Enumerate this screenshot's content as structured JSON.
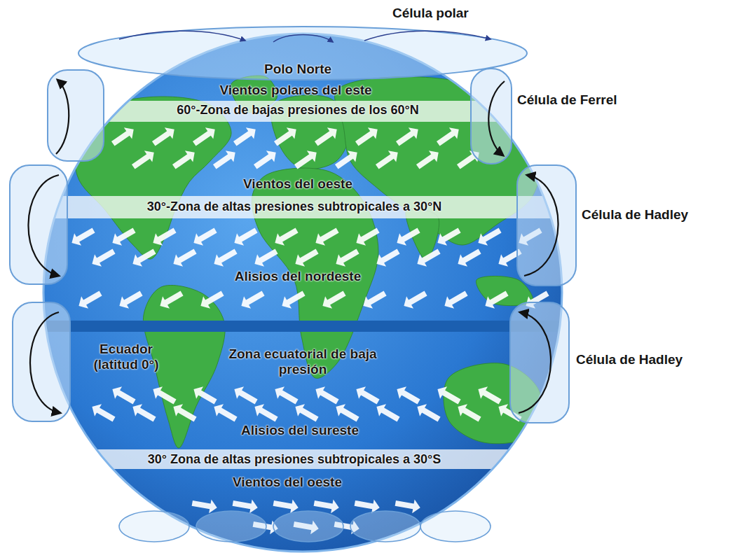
{
  "diagram": {
    "labels": [
      "Célula polar",
      "Polo Norte",
      "Vientos polares del este",
      "60°-Zona de bajas presiones de los 60°N",
      "Célula de Ferrel",
      "Vientos del oeste",
      "30°-Zona de altas presiones subtropicales a 30°N",
      "Célula de Hadley",
      "Alisios del nordeste",
      "Ecuador (latitud 0°)",
      "Zona ecuatorial de baja presión",
      "Célula de Hadley",
      "Alisios del sureste",
      "30° Zona de altas presiones subtropicales a 30°S",
      "Vientos del oeste"
    ]
  }
}
